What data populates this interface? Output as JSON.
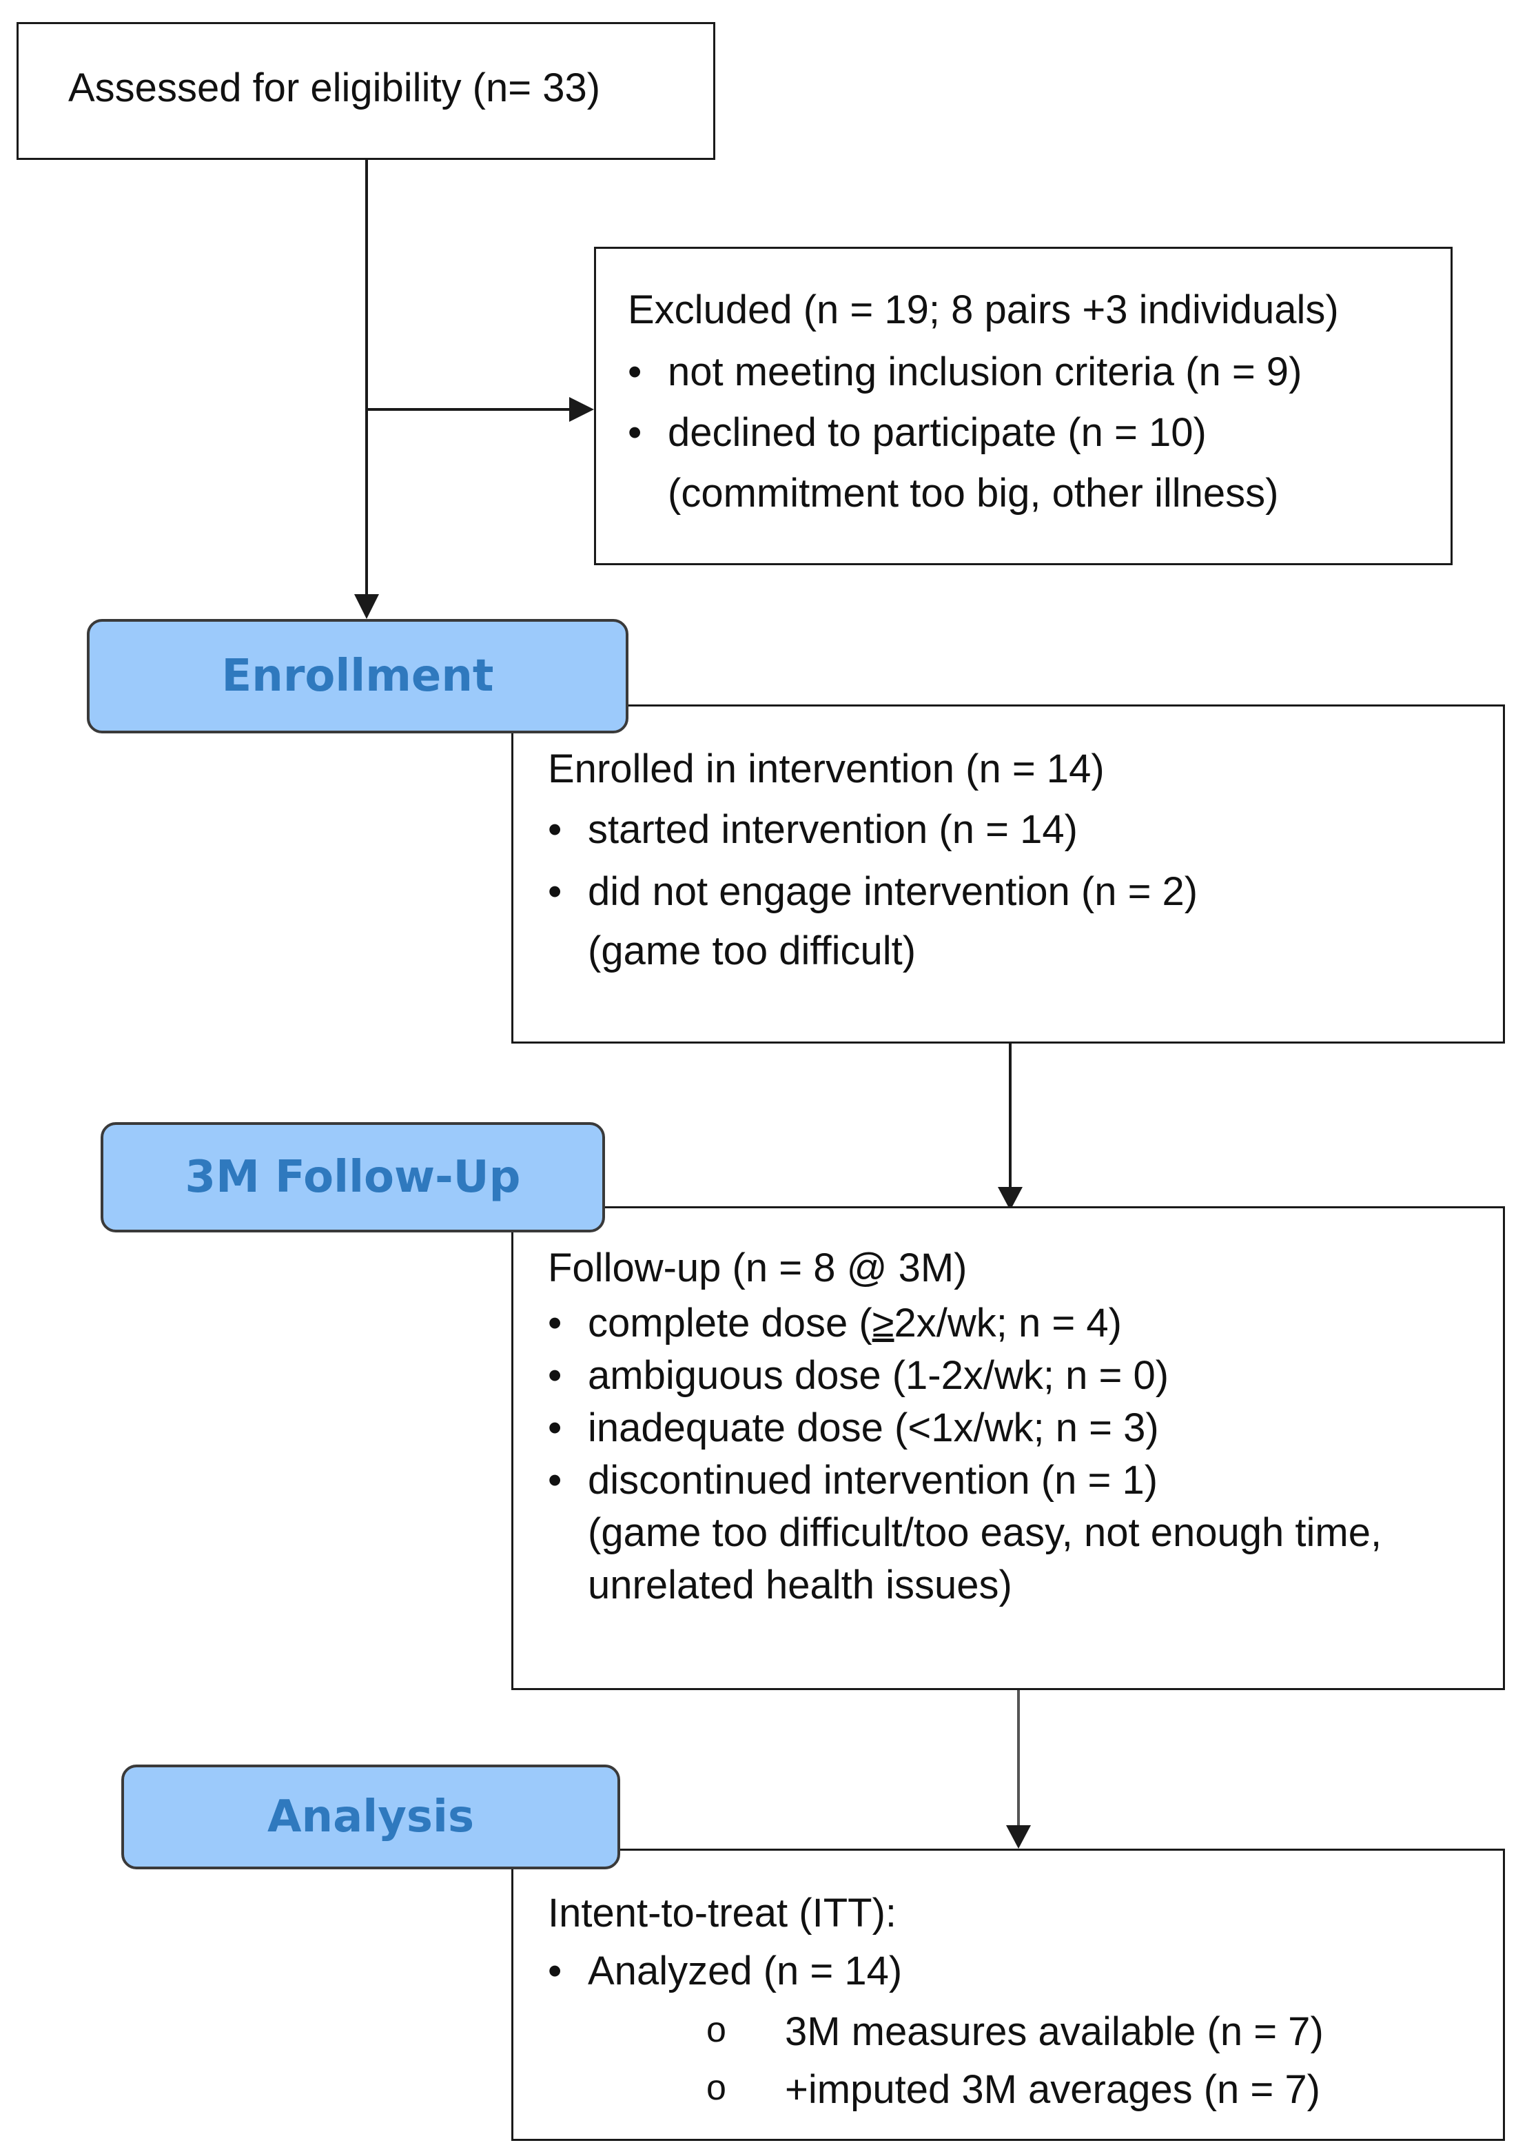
{
  "assessed": {
    "text": "Assessed for eligibility (n= 33)"
  },
  "excluded": {
    "title": "Excluded (n = 19; 8 pairs +3 individuals)",
    "items": [
      "not meeting inclusion criteria (n = 9)",
      "declined to participate (n = 10)"
    ],
    "note": "(commitment too big, other illness)"
  },
  "stages": {
    "enrollment": "Enrollment",
    "followup": "3M Follow-Up",
    "analysis": "Analysis"
  },
  "enrolled": {
    "title": "Enrolled in intervention (n = 14)",
    "items": [
      "started intervention (n = 14)",
      "did not engage intervention (n = 2)"
    ],
    "note": "(game too difficult)"
  },
  "followup": {
    "title": "Follow-up (n = 8 @ 3M)",
    "item_complete_prefix": "complete dose (",
    "item_complete_symbol": "≥",
    "item_complete_suffix": "2x/wk; n = 4)",
    "items": [
      "ambiguous dose (1-2x/wk; n = 0)",
      "inadequate dose (<1x/wk; n = 3)",
      "discontinued intervention (n = 1)"
    ],
    "note_line1": "(game too difficult/too easy, not enough time,",
    "note_line2": "unrelated health issues)"
  },
  "analysis": {
    "title": "Intent-to-treat (ITT):",
    "item": "Analyzed (n = 14)",
    "subitems": [
      "3M measures available (n = 7)",
      "+imputed 3M averages (n = 7)"
    ]
  },
  "colors": {
    "stage_fill": "#9ccafb",
    "stage_text": "#2f79be",
    "border": "#1a1a1a"
  }
}
